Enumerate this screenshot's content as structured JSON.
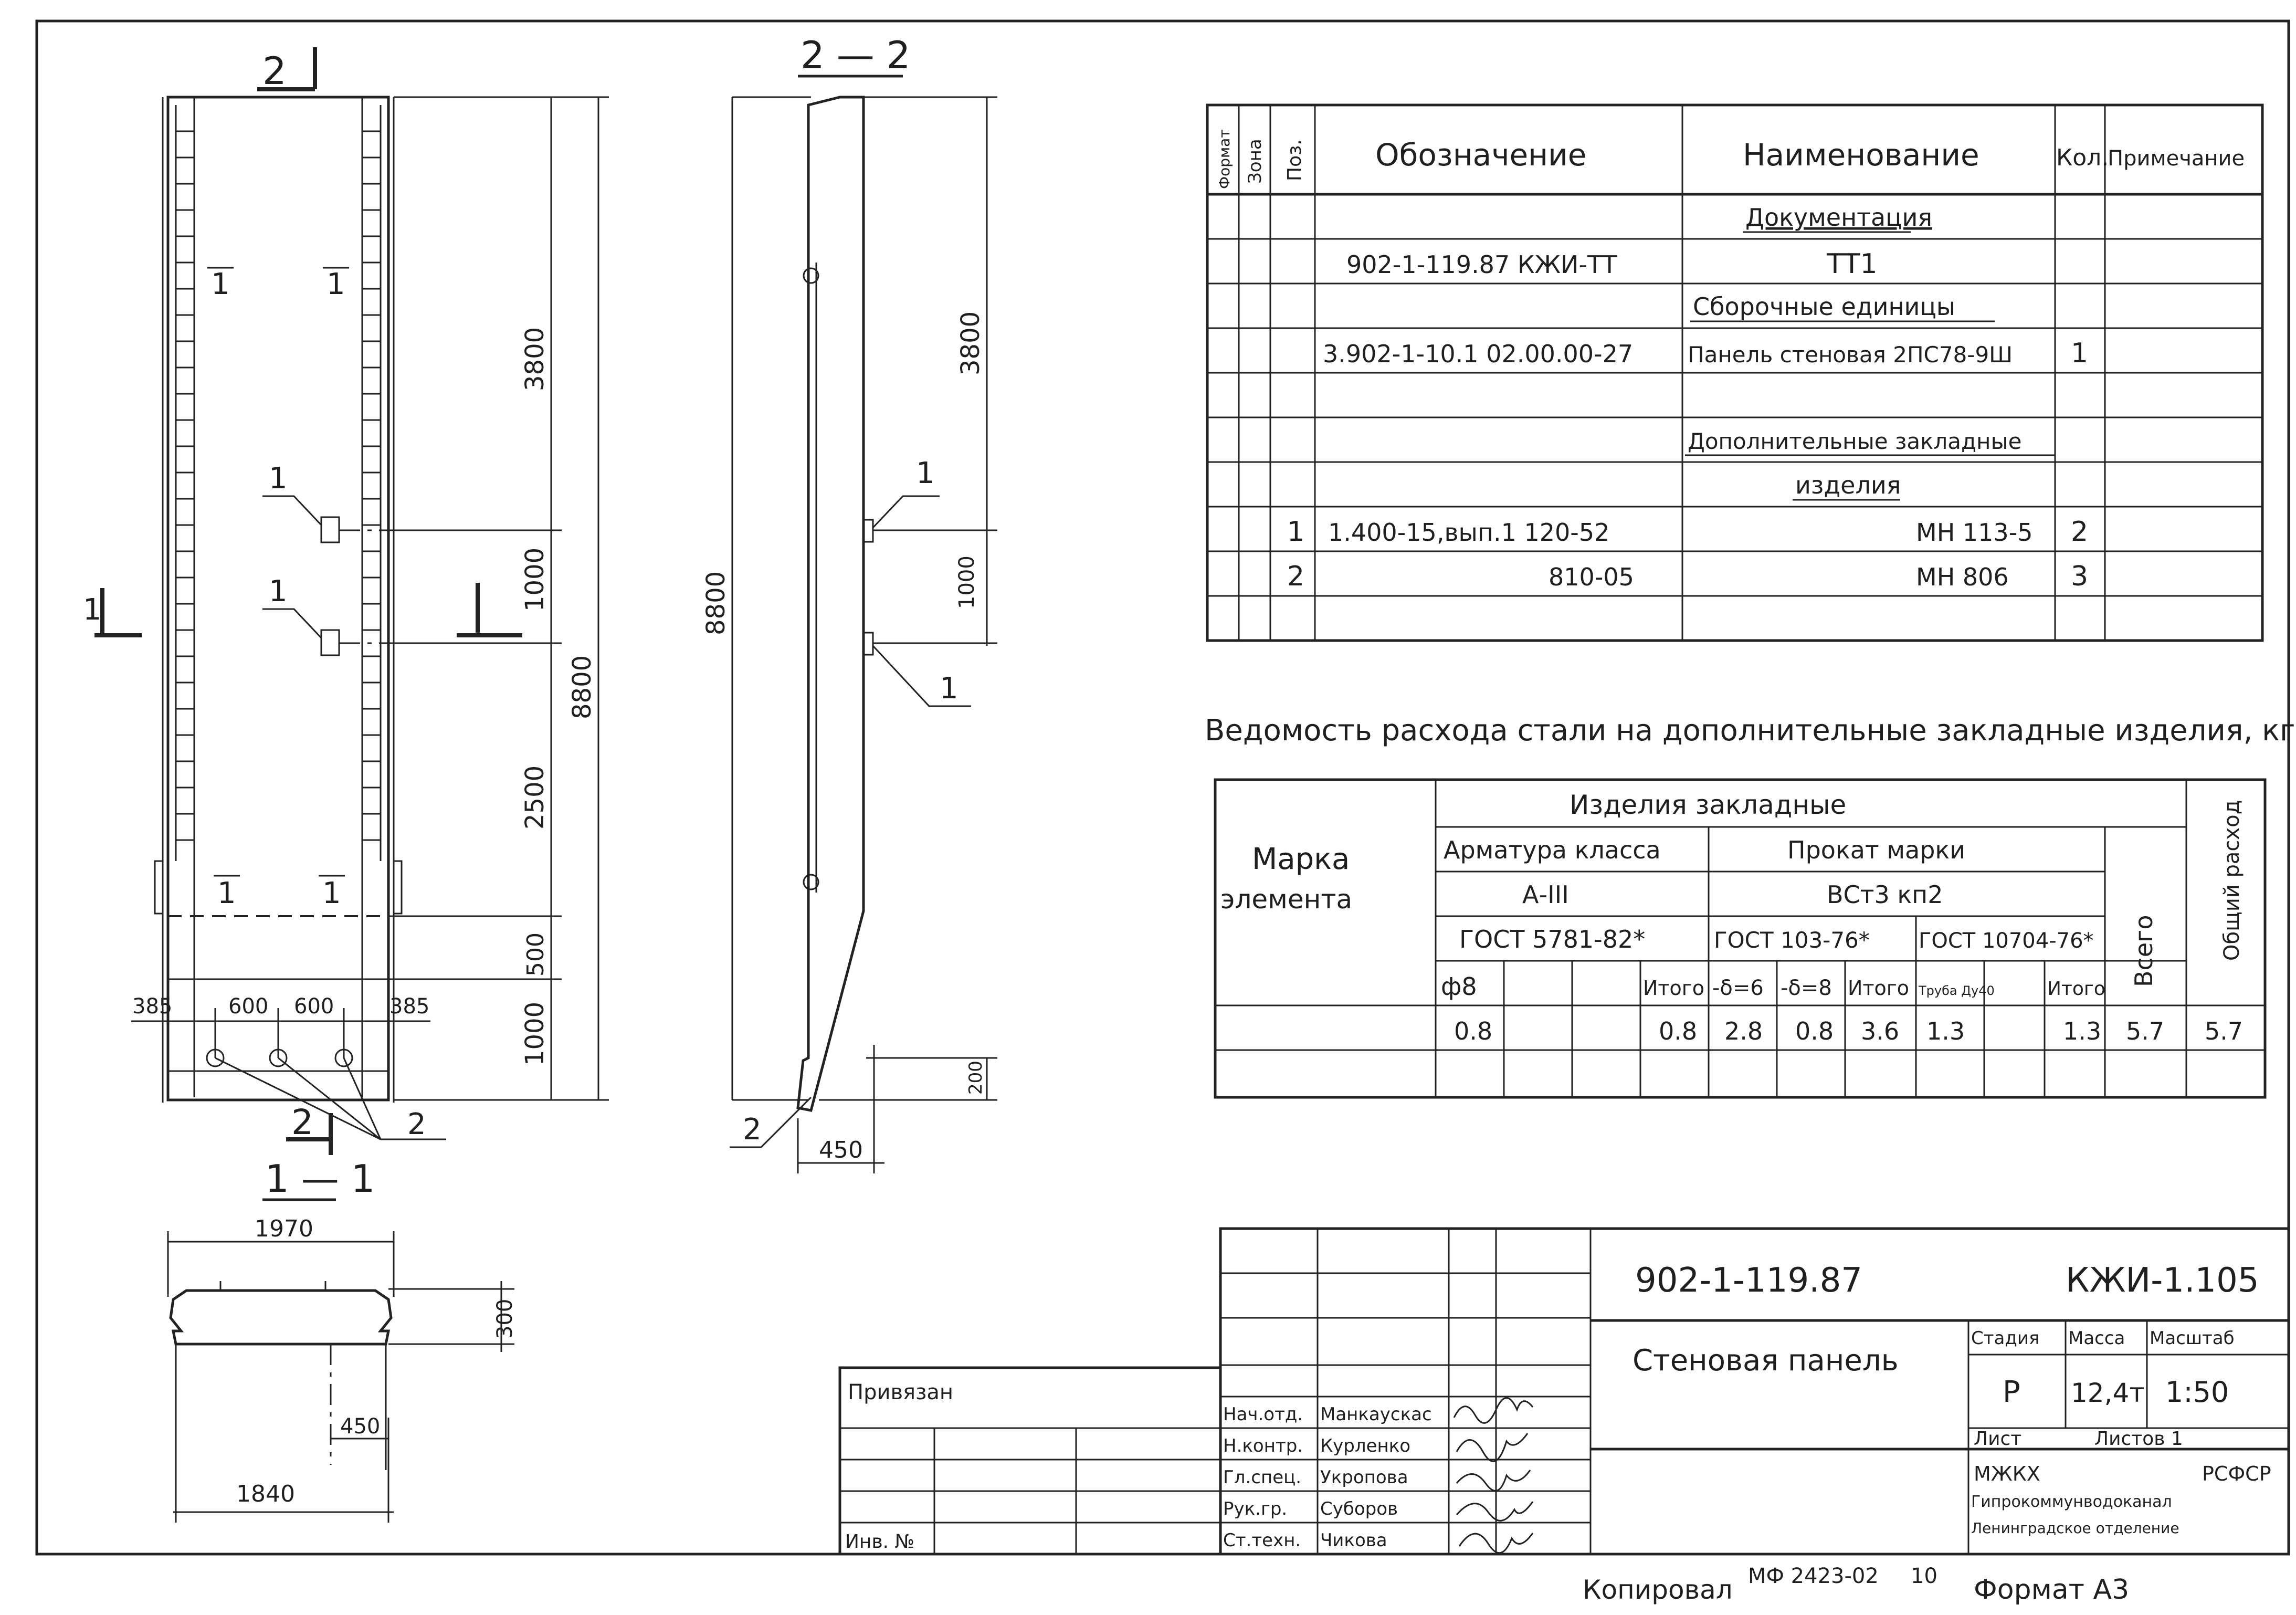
{
  "drawing": {
    "section_mark": "2",
    "section_mark_1": "1",
    "pos_1": "1",
    "pos_2": "2",
    "tick_1": "1",
    "view_2_2": "2 — 2",
    "view_1_1": "1 — 1"
  },
  "dims": {
    "d3800": "3800",
    "d1000": "1000",
    "d8800": "8800",
    "d2500": "2500",
    "d500": "500",
    "d385": "385",
    "d600": "600",
    "d200": "200",
    "d450": "450",
    "d1970": "1970",
    "d300": "300",
    "d1840": "1840"
  },
  "spec": {
    "headers": {
      "format": "Формат",
      "zone": "Зона",
      "pos": "Поз.",
      "designation": "Обозначение",
      "name": "Наименование",
      "qty": "Кол.",
      "note": "Примечание"
    },
    "rows": [
      {
        "pos": "",
        "designation": "",
        "name": "Документация",
        "qty": "",
        "underline": true
      },
      {
        "pos": "",
        "designation": "902-1-119.87    КЖИ-ТТ",
        "name": "ТТ1",
        "qty": ""
      },
      {
        "pos": "",
        "designation": "",
        "name": "Сборочные  единицы",
        "qty": "",
        "underline": true
      },
      {
        "pos": "",
        "designation": "3.902-1-10.1   02.00.00-27",
        "name": "Панель стеновая 2ПС78-9Ш",
        "qty": "1"
      },
      {
        "pos": "",
        "designation": "",
        "name": "",
        "qty": ""
      },
      {
        "pos": "",
        "designation": "",
        "name": "Дополнительные закладные",
        "qty": "",
        "underline": true
      },
      {
        "pos": "",
        "designation": "",
        "name": "изделия",
        "qty": "",
        "underline": true
      },
      {
        "pos": "1",
        "designation": "1.400-15,вып.1  120-52",
        "name": "МН 113-5",
        "qty": "2"
      },
      {
        "pos": "2",
        "designation": "810-05",
        "name": "МН 806",
        "qty": "3"
      },
      {
        "pos": "",
        "designation": "",
        "name": "",
        "qty": ""
      }
    ]
  },
  "steel": {
    "title": "Ведомость расхода стали на дополнительные закладные изделия, кг",
    "mark": "Марка элемента",
    "items": "Изделия   закладные",
    "armature": "Арматура класса",
    "armature_class": "А-III",
    "gost_arm": "ГОСТ 5781-82*",
    "rolled": "Прокат  марки",
    "rolled_grade": "ВСт3  кп2",
    "gost_103": "ГОСТ 103-76*",
    "gost_10704": "ГОСТ 10704-76*",
    "phi8": "ф8",
    "itogo": "Итого",
    "d6": "-δ=6",
    "d8": "-δ=8",
    "pipe": "Труба Ду40",
    "total": "Всего",
    "overall": "Общий расход",
    "values": [
      "0.8",
      "",
      "",
      "0.8",
      "2.8",
      "0.8",
      "3.6",
      "1.3",
      "",
      "1.3",
      "5.7",
      "5.7"
    ]
  },
  "stamp": {
    "code": "902-1-119.87",
    "sheet_code": "КЖИ-1.105",
    "title": "Стеновая панель",
    "stage_label": "Стадия",
    "mass_label": "Масса",
    "scale_label": "Масштаб",
    "stage": "Р",
    "mass": "12,4т",
    "scale": "1:50",
    "sheet_label": "Лист",
    "sheets_label": "Листов 1",
    "org1": "МЖКХ",
    "org1b": "РСФСР",
    "org2": "Гипрокоммунводоканал",
    "org3": "Ленинградское отделение",
    "privyazan": "Привязан",
    "inv": "Инв. №",
    "people": [
      {
        "role": "Нач.отд.",
        "name": "Манкаускас"
      },
      {
        "role": "Н.контр.",
        "name": "Курленко"
      },
      {
        "role": "Гл.спец.",
        "name": "Укропова"
      },
      {
        "role": "Рук.гр.",
        "name": "Суборов"
      },
      {
        "role": "Ст.техн.",
        "name": "Чикова"
      }
    ]
  },
  "footer": {
    "copied": "Копировал",
    "ref": "МФ 2423-02",
    "num": "10",
    "format": "Формат А3"
  }
}
